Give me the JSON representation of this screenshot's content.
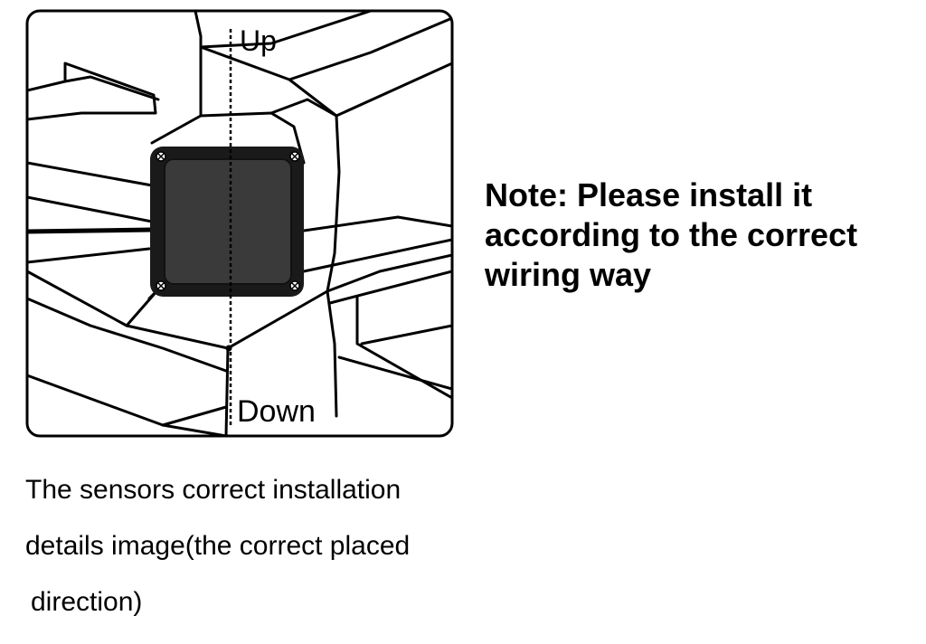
{
  "diagram": {
    "up_label": "Up",
    "down_label": "Down"
  },
  "note": {
    "text": "Note: Please install it according to the correct wiring way"
  },
  "caption": {
    "line1": "The sensors correct installation",
    "line2": "details image(the correct placed",
    "line3": "direction)"
  },
  "colors": {
    "line": "#000000",
    "sensor_outer": "#1a1a1a",
    "sensor_inner": "#3a3a3a",
    "background": "#ffffff"
  }
}
